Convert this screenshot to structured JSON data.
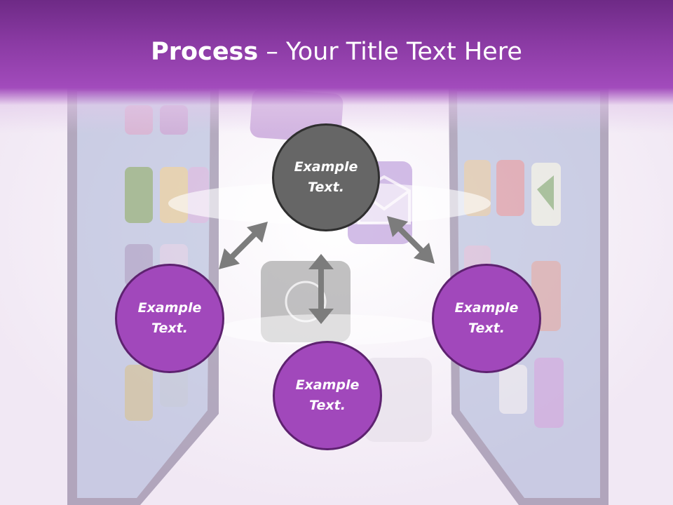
{
  "title": {
    "bold": "Process",
    "rest": " – Your Title Text Here"
  },
  "nodes": {
    "top": "Example\nText.",
    "left": "Example\nText.",
    "right": "Example\nText.",
    "bottom": "Example\nText."
  },
  "colors": {
    "header": "#8a3aa3",
    "node_purple": "#a148bb",
    "node_gray": "#666666",
    "arrow": "#7c7c7c"
  }
}
